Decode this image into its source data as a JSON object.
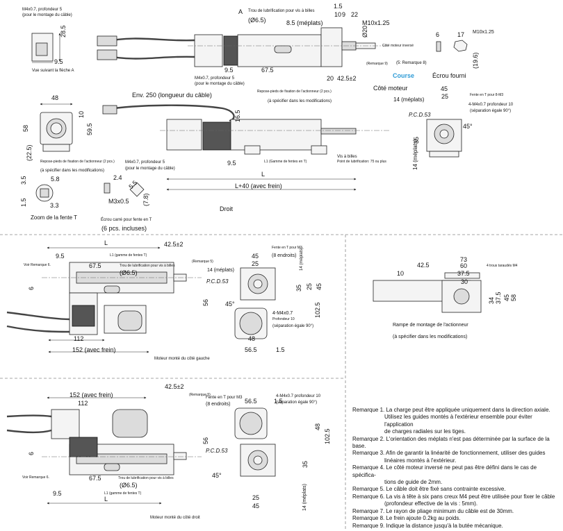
{
  "top": {
    "m4_note_left": "M4x0.7, profondeur 5",
    "m4_note_left_sub": "(pour le montage du câble)",
    "arrow_a_note": "Vue suivant la flèche A",
    "dim_28_5": "28.5",
    "dim_9_5_left": "9.5",
    "label_a": "A",
    "lube_hole": "Trou de lubrification pour vis à billes",
    "lube_dia": "(Ø6.5)",
    "flats_8_5": "8.5 (méplats)",
    "dim_1_5": "1.5",
    "dim_10": "10",
    "dim_9": "9",
    "dim_22": "22",
    "dim_dia20": "Ø20",
    "thread_m10": "M10x1.25",
    "nut_label_small": "Côté moteur inversé",
    "remark9": "(Remarque 9)",
    "remark8": "(5: Remarque 8)",
    "course": "Course",
    "stroke_nut": "Écrou fourni",
    "dim_6": "6",
    "dim_17": "17",
    "m10_nut": "M10x1.25",
    "dim_19_6": "(19.6)",
    "m4_mid": "M4x0.7, profondeur 5",
    "m4_mid_sub": "(pour le montage du câble)",
    "dim_9_5": "9.5",
    "dim_67_5": "67.5",
    "dim_20": "20",
    "dim_42_5": "42.5±2",
    "motor_side": "Côté moteur",
    "support_note": "Repose-pieds de fixation de l'actionneur (2 pcs.)",
    "support_note_sub": "(à spécifier dans les modifications)",
    "dim_48": "48",
    "env_cable": "Env. 250 (longueur du câble)",
    "dim_58": "58",
    "dim_10b": "10",
    "dim_59_5": "59.5",
    "dim_22_5": "(22.5)",
    "support_note2": "Repose-pieds de fixation de l'actionneur (2 pcs.)",
    "support_note2_sub": "(à spécifier dans les modifications)",
    "dim_16_5": "16.5",
    "dim_9_5c": "9.5",
    "l1_note": "L1 (Gamme de fentes en T)",
    "ball_screw": "Vis à billes",
    "lube_pitch": "Point de lubrification: 75 ou plus",
    "dim_L": "L",
    "dim_L40": "L+40 (avec frein)",
    "droit": "Droit",
    "dim_45": "45",
    "dim_25": "25",
    "flats_14": "14 (méplats)",
    "pcd": "P.C.D.53",
    "t_nut": "Fente en T pour 8-M3",
    "m4_depth": "4-M4x0.7 profondeur 10",
    "sep90": "(séparation égale 90°)",
    "dim_45deg": "45°",
    "dim_35": "35",
    "flats_14v": "14 (méplats)",
    "dim_3_5": "3.5",
    "dim_5_8": "5.8",
    "dim_1_5b": "1.5",
    "dim_3_3": "3.3",
    "zoom_t": "Zoom de la fente T",
    "m4_small": "M4x0.7, profondeur 5",
    "m4_small_sub": "(pour le montage du câble)",
    "dim_2_4": "2.4",
    "dim_5_5": "5.5",
    "m3": "M3x0.5",
    "dim_7_8": "(7.8)",
    "square_nut": "Écrou carré pour fente en T",
    "six_pcs": "(6 pcs. incluses)"
  },
  "left_mount": {
    "dim_L": "L",
    "dim_42_5": "42.5±2",
    "dim_9_5": "9.5",
    "l1": "L1 (gamme de fentes T)",
    "remark5": "(Remarque 5)",
    "voir_remarque": "Voir Remarque 6.",
    "dim_67_5": "67.5",
    "lube": "Trou de lubrification pour vis à billes",
    "lube_dia": "(Ø6.5)",
    "dim_6": "6",
    "dim_112": "112",
    "dim_152": "152 (avec frein)",
    "caption": "Moteur monté du côté gauche",
    "t_nut": "Fente en T pour M3",
    "t_nut_sub": "(8 endroits)",
    "dim_45": "45",
    "dim_25": "25",
    "flats_14": "14 (méplats)",
    "flats_14v": "14 (méplats)",
    "pcd": "P.C.D.53",
    "dim_45deg": "45°",
    "dim_56": "56",
    "m4": "4-M4x0.7",
    "m4_sub": "Profondeur 10",
    "sep90": "(séparation égale 90°)",
    "dim_48": "48",
    "dim_56_5": "56.5",
    "dim_1_5": "1.5",
    "dim_102_5": "102.5",
    "dim_45v": "45",
    "dim_25v": "25",
    "dim_35": "35"
  },
  "right_box": {
    "dim_10": "10",
    "dim_42_5": "42.5",
    "dim_73": "73",
    "dim_60": "60",
    "dim_37_5": "37.5",
    "dim_30": "30",
    "holes": "4 trous taraudés M4",
    "dim_34": "34",
    "dim_37_5v": "37.5",
    "dim_45": "45",
    "dim_58": "58",
    "rack": "Rampe de montage de l'actionneur",
    "rack_sub": "(à spécifier dans les modifications)"
  },
  "right_mount": {
    "dim_152": "152 (avec frein)",
    "dim_42_5": "42.5±2",
    "dim_112": "112",
    "remark": "(Remarque 5)",
    "dim_6": "6",
    "voir": "Voir Remarque 6.",
    "dim_67_5": "67.5",
    "lube": "Trou de lubrification pour vis à billes",
    "lube_dia": "(Ø6.5)",
    "dim_9_5": "9.5",
    "l1": "L1 (gamme de fentes T)",
    "dim_L": "L",
    "caption": "Moteur monté du côté droit",
    "t_nut": "Fente en T pour M3",
    "t_nut_sub": "(8 endroits)",
    "dim_56_5": "56.5",
    "m4": "4-M4x0.7 profondeur 10",
    "sep90": "(séparation égale 90°)",
    "dim_1_5": "1.5",
    "dim_48": "48",
    "dim_102_5": "102.5",
    "dim_56": "56",
    "pcd": "P.C.D.53",
    "dim_45deg": "45°",
    "dim_35": "35",
    "dim_25": "25",
    "dim_45": "45",
    "flats_14": "14 (méplats)"
  },
  "remarks": [
    "Remarque 1. La charge peut être appliquée uniquement dans la direction axiale.",
    "Utilisez les guides montés à l'extérieur ensemble pour éviter l'application",
    "de charges radiales sur les tiges.",
    "Remarque 2. L'orientation des méplats n'est pas déterminée par la surface de la base.",
    "Remarque 3. Afin de garantir la linéarité de fonctionnement, utiliser des guides",
    "linéaires montés à l'extérieur.",
    "Remarque 4. Le côté moteur inversé ne peut pas être défini dans le cas de spécifica-",
    "tions de guide de 2mm.",
    "Remarque 5. Le câble doit être fixé sans contrainte excessive.",
    "Remarque 6. La vis à tête à six pans creux M4 peut être utilisée pour fixer le câble",
    "(profondeur effective de la vis : 5mm).",
    "Remarque 7. Le rayon de pliage minimum du câble est de 30mm.",
    "Remarque 8. Le frein ajoute 0.2kg au poids.",
    "Remarque 9. Indique la distance jusqu'à la butée mécanique."
  ]
}
